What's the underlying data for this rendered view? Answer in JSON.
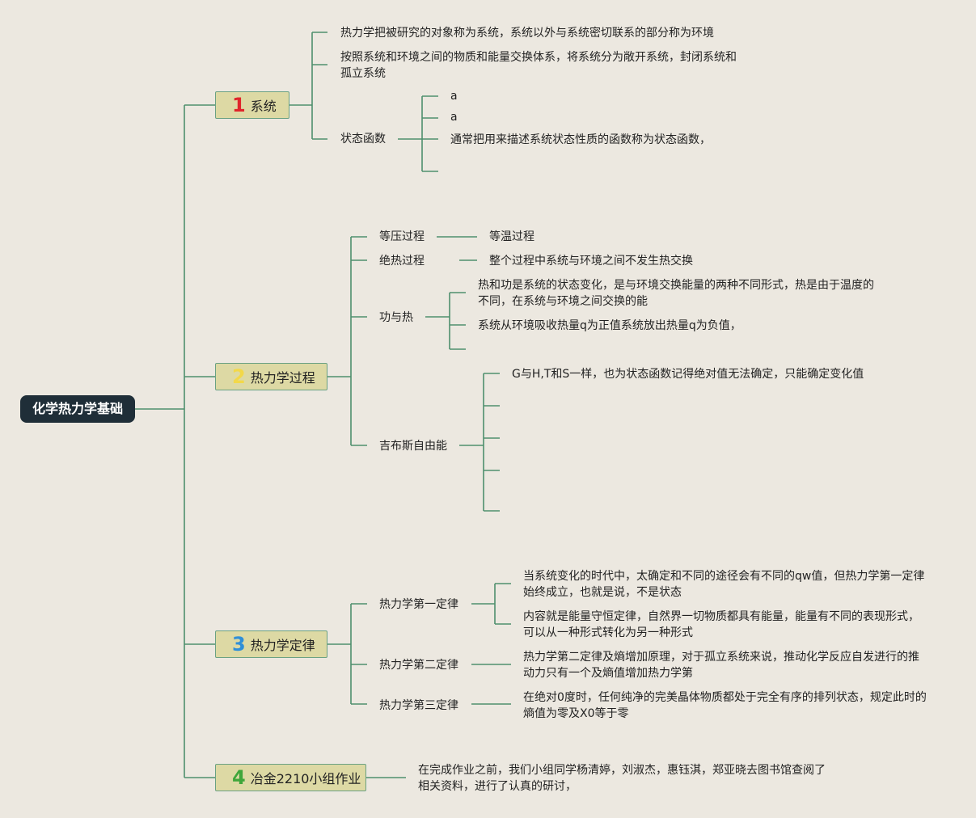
{
  "root": "化学热力学基础",
  "branches": [
    {
      "num": "1",
      "label": "系统"
    },
    {
      "num": "2",
      "label": "热力学过程"
    },
    {
      "num": "3",
      "label": "热力学定律"
    },
    {
      "num": "4",
      "label": "冶金2210小组作业"
    }
  ],
  "system": {
    "def": "热力学把被研究的对象称为系统，系统以外与系统密切联系的部分称为环境",
    "classify": "按照系统和环境之间的物质和能量交换体系，将系统分为敞开系统，封闭系统和孤立系统",
    "state_fn": "状态函数",
    "state_items": [
      "a",
      "a",
      "通常把用来描述系统状态性质的函数称为状态函数，"
    ]
  },
  "process": {
    "isobaric": "等压过程",
    "isothermal": "等温过程",
    "adiabatic": "绝热过程",
    "adiabatic_desc": "整个过程中系统与环境之间不发生热交换",
    "work_heat": "功与热",
    "work_heat_1": "热和功是系统的状态变化，是与环境交换能量的两种不同形式，热是由于温度的不同，在系统与环境之间交换的能",
    "work_heat_2": "系统从环境吸收热量q为正值系统放出热量q为负值，",
    "gibbs": "吉布斯自由能",
    "gibbs_1": "G与H,T和S一样，也为状态函数记得绝对值无法确定，只能确定变化值"
  },
  "laws": {
    "first": "热力学第一定律",
    "first_1": "当系统变化的时代中，太确定和不同的途径会有不同的qw值，但热力学第一定律始终成立，也就是说，不是状态",
    "first_2": "内容就是能量守恒定律，自然界一切物质都具有能量，能量有不同的表现形式，可以从一种形式转化为另一种形式",
    "second": "热力学第二定律",
    "second_1": "热力学第二定律及熵增加原理，对于孤立系统来说，推动化学反应自发进行的推动力只有一个及熵值增加热力学第",
    "third": "热力学第三定律",
    "third_1": "在绝对0度时，任何纯净的完美晶体物质都处于完全有序的排列状态，规定此时的熵值为零及X0等于零"
  },
  "group": {
    "desc": "在完成作业之前，我们小组同学杨清婷，刘淑杰，惠钰淇，郑亚晓去图书馆查阅了相关资料，进行了认真的研讨，"
  },
  "colors": {
    "line": "#4e8f6d",
    "root_bg": "#1f2e38",
    "branch_bg": "#ddd9a4",
    "background": "#ece8e0"
  }
}
